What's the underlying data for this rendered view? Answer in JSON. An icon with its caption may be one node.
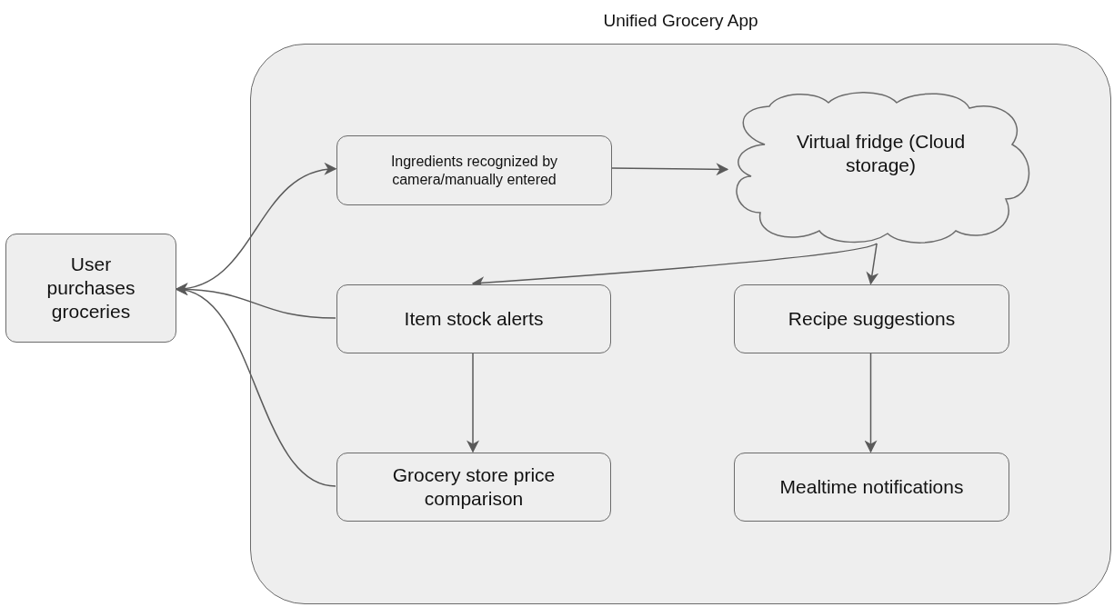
{
  "diagram": {
    "nodes": [
      {
        "text": [
          "Unified Grocery App"
        ]
      },
      {
        "text": [
          "User purchases groceries"
        ]
      },
      {
        "text": [
          "Ingredients recognized by camera/manually entered"
        ],
        "in": 0
      },
      {
        "text": [
          "Virtual fridge (Cloud storage)"
        ],
        "in": 0
      },
      {
        "text": [
          "Item stock alerts"
        ],
        "in": 0
      },
      {
        "text": [
          "Recipe suggestions"
        ],
        "in": 0
      },
      {
        "text": [
          "Grocery store price comparison"
        ],
        "in": 0
      },
      {
        "text": [
          "Mealtime notifications"
        ],
        "in": 0
      }
    ],
    "edges": [
      {
        "from": 1,
        "to": 2,
        "arrow": "to"
      },
      {
        "from": 4,
        "to": 1,
        "arrow": "to"
      },
      {
        "from": 6,
        "to": 1,
        "arrow": "to"
      },
      {
        "from": 2,
        "to": 3,
        "arrow": "to"
      },
      {
        "from": 3,
        "to": 4,
        "arrow": "to"
      },
      {
        "from": 3,
        "to": 5,
        "arrow": "to"
      },
      {
        "from": 4,
        "to": 6,
        "arrow": "to"
      },
      {
        "from": 5,
        "to": 7,
        "arrow": "to"
      }
    ]
  }
}
